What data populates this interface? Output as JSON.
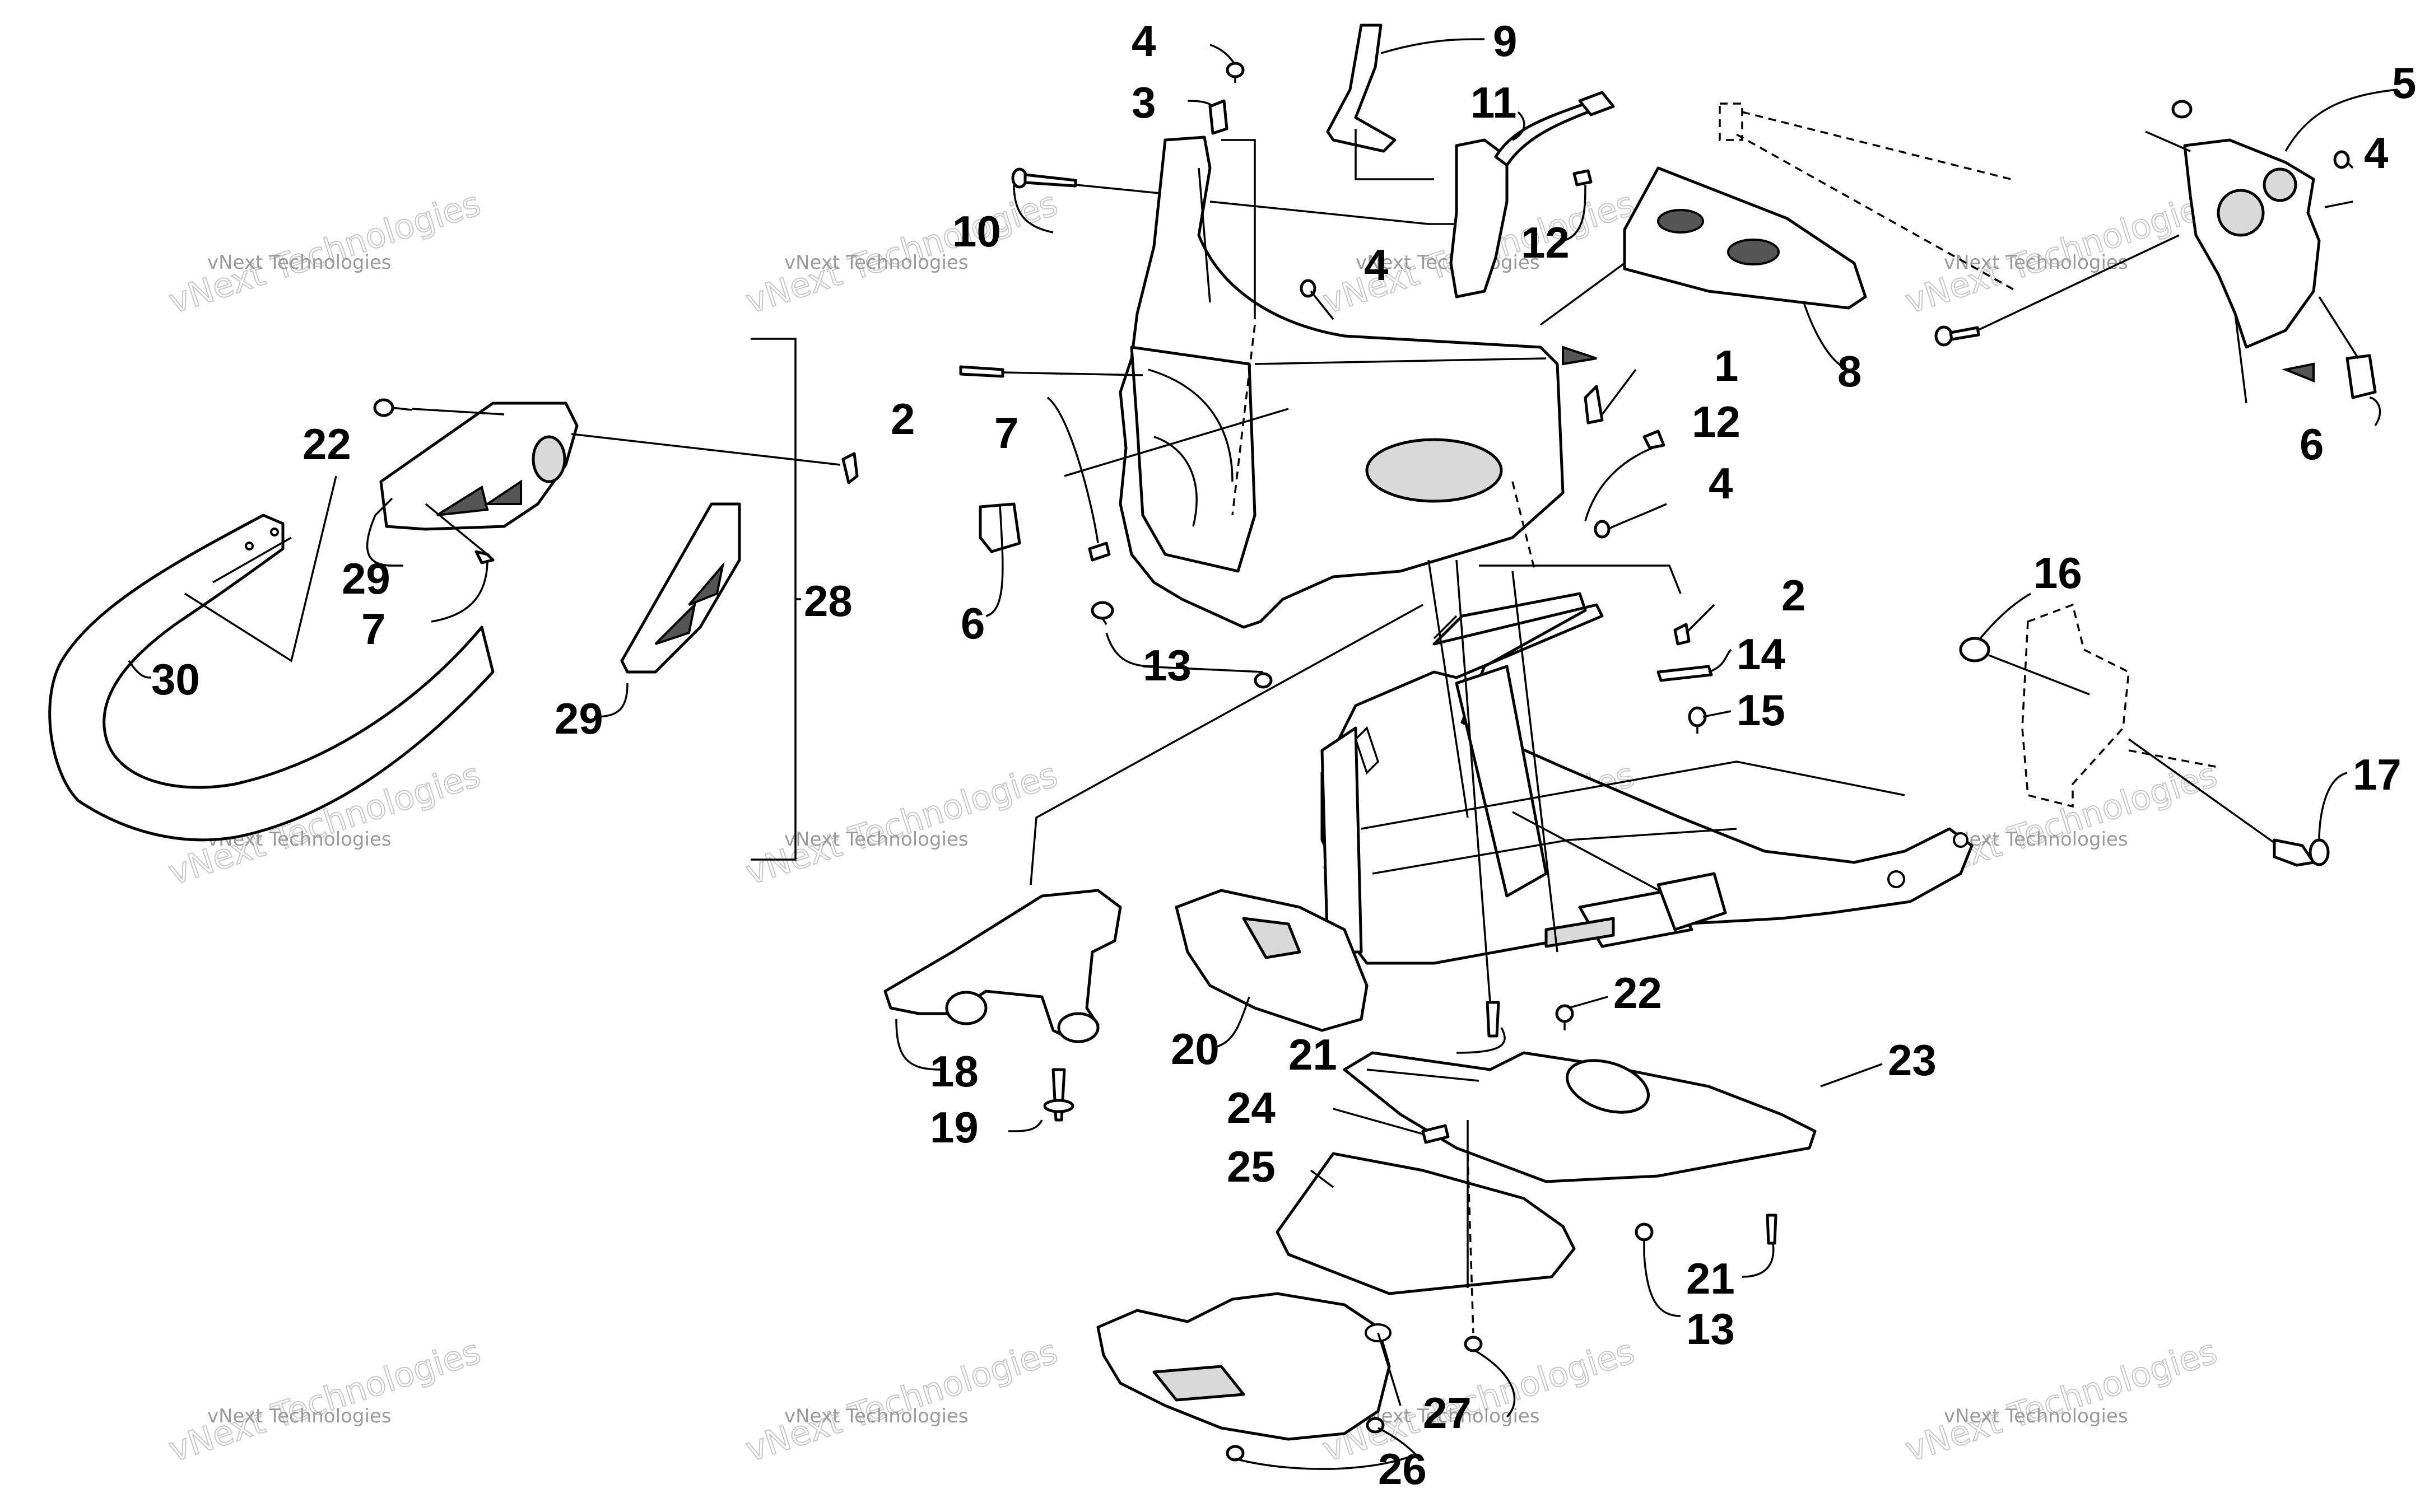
{
  "callouts": [
    {
      "id": "c1",
      "label": "1"
    },
    {
      "id": "c2a",
      "label": "2"
    },
    {
      "id": "c2b",
      "label": "2"
    },
    {
      "id": "c3",
      "label": "3"
    },
    {
      "id": "c4a",
      "label": "4"
    },
    {
      "id": "c4b",
      "label": "4"
    },
    {
      "id": "c4c",
      "label": "4"
    },
    {
      "id": "c4d",
      "label": "4"
    },
    {
      "id": "c5",
      "label": "5"
    },
    {
      "id": "c6a",
      "label": "6"
    },
    {
      "id": "c6b",
      "label": "6"
    },
    {
      "id": "c7a",
      "label": "7"
    },
    {
      "id": "c7b",
      "label": "7"
    },
    {
      "id": "c8",
      "label": "8"
    },
    {
      "id": "c9",
      "label": "9"
    },
    {
      "id": "c10",
      "label": "10"
    },
    {
      "id": "c11",
      "label": "11"
    },
    {
      "id": "c12a",
      "label": "12"
    },
    {
      "id": "c12b",
      "label": "12"
    },
    {
      "id": "c13a",
      "label": "13"
    },
    {
      "id": "c13b",
      "label": "13"
    },
    {
      "id": "c14",
      "label": "14"
    },
    {
      "id": "c15",
      "label": "15"
    },
    {
      "id": "c16",
      "label": "16"
    },
    {
      "id": "c17",
      "label": "17"
    },
    {
      "id": "c18",
      "label": "18"
    },
    {
      "id": "c19",
      "label": "19"
    },
    {
      "id": "c20",
      "label": "20"
    },
    {
      "id": "c21a",
      "label": "21"
    },
    {
      "id": "c21b",
      "label": "21"
    },
    {
      "id": "c22a",
      "label": "22"
    },
    {
      "id": "c22b",
      "label": "22"
    },
    {
      "id": "c23",
      "label": "23"
    },
    {
      "id": "c24",
      "label": "24"
    },
    {
      "id": "c25",
      "label": "25"
    },
    {
      "id": "c26",
      "label": "26"
    },
    {
      "id": "c27",
      "label": "27"
    },
    {
      "id": "c28",
      "label": "28"
    },
    {
      "id": "c29a",
      "label": "29"
    },
    {
      "id": "c29b",
      "label": "29"
    },
    {
      "id": "c30",
      "label": "30"
    }
  ],
  "watermark": {
    "line1": "vNext Technologies",
    "line2": "vNext Technologies"
  },
  "colors": {
    "line": "#000000",
    "background": "#ffffff",
    "watermark": "#9a9a9a"
  }
}
